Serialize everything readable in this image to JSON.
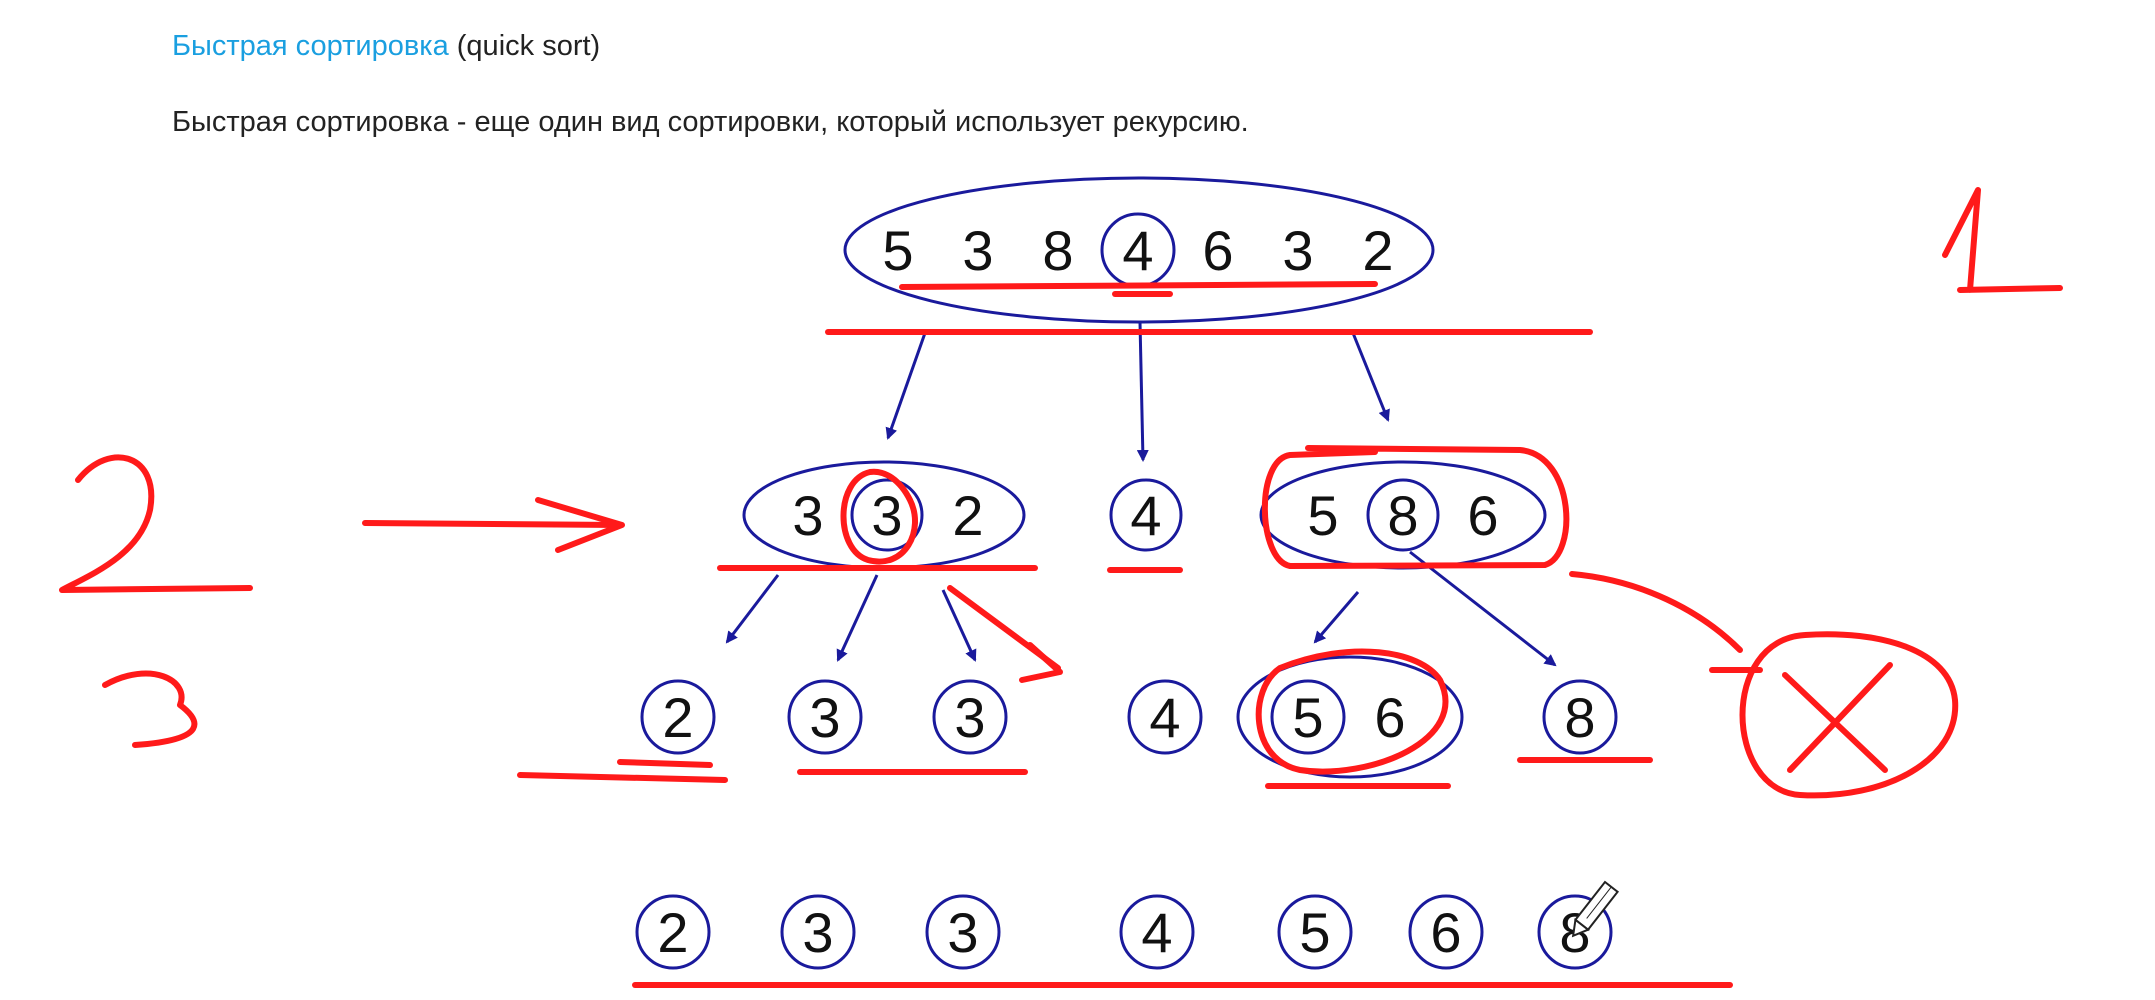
{
  "heading": {
    "link_text": "Быстрая сортировка",
    "suffix": " (quick sort)"
  },
  "intro": "Быстрая сортировка - еще один вид сортировки, который использует рекурсию.",
  "colors": {
    "link": "#1a9fe0",
    "text": "#222222",
    "diagram_blue": "#1a1a9c",
    "annotation_red": "#ff1a1a"
  },
  "diagram": {
    "top_array": [
      "5",
      "3",
      "8",
      "4",
      "6",
      "3",
      "2"
    ],
    "level1_left": [
      "3",
      "3",
      "2"
    ],
    "level1_mid": "4",
    "level1_right": [
      "5",
      "8",
      "6"
    ],
    "level2": [
      "2",
      "3",
      "3",
      "4",
      "5",
      "6",
      "8"
    ],
    "result": [
      "2",
      "3",
      "3",
      "4",
      "5",
      "6",
      "8"
    ]
  },
  "annotations": {
    "mark_1": "1",
    "mark_2": "2",
    "mark_3": "3",
    "mark_x": "X"
  },
  "icons": {
    "cursor": "pencil-icon"
  }
}
